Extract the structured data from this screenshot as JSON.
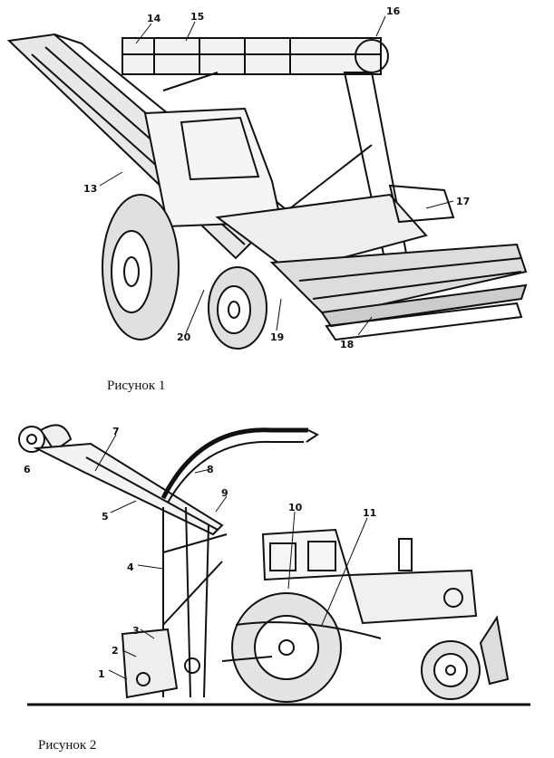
{
  "figure1": {
    "caption": "Рисунок 1",
    "callouts": [
      "13",
      "14",
      "15",
      "16",
      "17",
      "18",
      "19",
      "20"
    ]
  },
  "figure2": {
    "caption": "Рисунок 2",
    "callouts": [
      "1",
      "2",
      "3",
      "4",
      "5",
      "6",
      "7",
      "8",
      "9",
      "10",
      "11"
    ]
  },
  "colors": {
    "ink": "#111111",
    "paper": "#ffffff"
  }
}
